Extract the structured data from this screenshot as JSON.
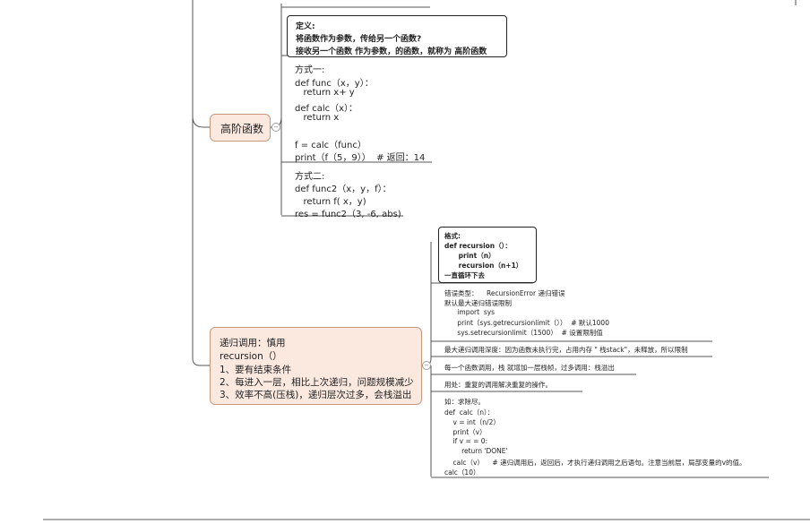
{
  "higher_order": {
    "topic": "高阶函数",
    "definition": [
      "定义:",
      "将函数作为参数，传给另一个函数?",
      "接收另一个函数 作为参数，的函数，就称为 高阶函数"
    ],
    "method1": [
      "方式一:",
      "def func（x，y）：",
      "   return x+ y",
      "def calc（x）：",
      "   return x",
      "",
      "f = calc（func）",
      "print（f（5，9））  # 返回：14"
    ],
    "method2": [
      "方式二:",
      "def func2（x，y，f）：",
      "   return f( x，y)",
      "res = func2（3, -6, abs)"
    ]
  },
  "recursion": {
    "topic": [
      "递归调用：慎用",
      "recursion（）",
      "1、要有结束条件",
      "2、每进入一层，相比上次递归，问题规模减少",
      "3、效率不高(压栈)，递归层次过多，会栈溢出"
    ],
    "format": [
      "格式:",
      "def recursion（）：",
      "      print（n）",
      "      recursion（n+1）",
      "一直循环下去"
    ],
    "error": [
      "错误类型：    RecursionError 递归错误",
      "默认最大递归错误限制",
      "      import  sys",
      "      print（sys.getrecursionlimit（））  # 默认1000",
      "      sys.setrecursionlimit（1500）  # 设置限制值"
    ],
    "max_depth": "最大递归调用深度：因为函数未执行完，占用内存 \" 栈stack\"，未释放，所以限制",
    "stack": "每一个函数调用，栈 就增加一层栈帧，过多调用：栈溢出",
    "usage": "用处：重复的调用解决重复的操作。",
    "example": [
      "如：求除尽。",
      "def  calc（n）：",
      "    v = int（n/2）",
      "    print（v）",
      "    if v = = 0:",
      "        return 'DONE'",
      "    calc（v）    # 递归调用后，返回后，才执行递归调用之后语句。注意当前层，局部变量的v的值。",
      "calc（10）"
    ]
  }
}
